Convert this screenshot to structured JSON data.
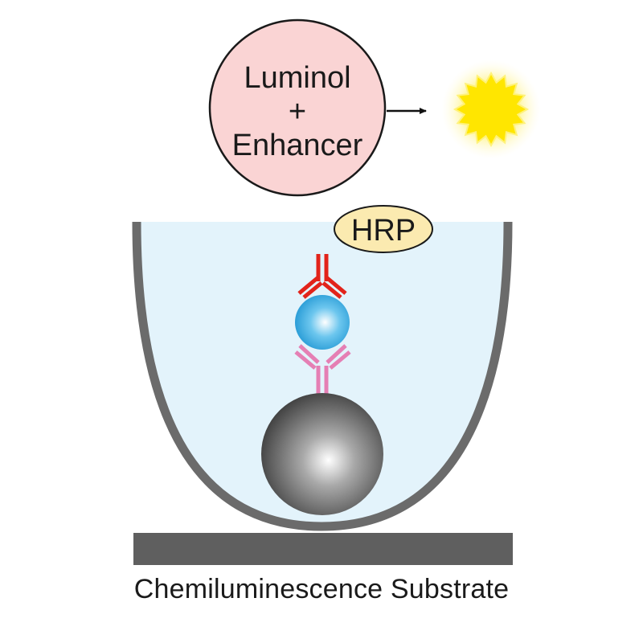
{
  "substrate_circle": {
    "line1": "Luminol",
    "line2": "+",
    "line3": "Enhancer",
    "fill_color": "#fad4d4"
  },
  "enzyme_label": "HRP",
  "caption": "Chemiluminescence Substrate",
  "colors": {
    "well_liquid": "#e3f3fb",
    "well_wall": "#6b6b6b",
    "hrp_fill": "#fbeab0",
    "antibody_top": "#e2231a",
    "antibody_bottom": "#e57fb4",
    "antigen_bead": "#2ea9e0",
    "magnetic_bead": "#4a4a4a",
    "light_burst": "#ffe600"
  }
}
